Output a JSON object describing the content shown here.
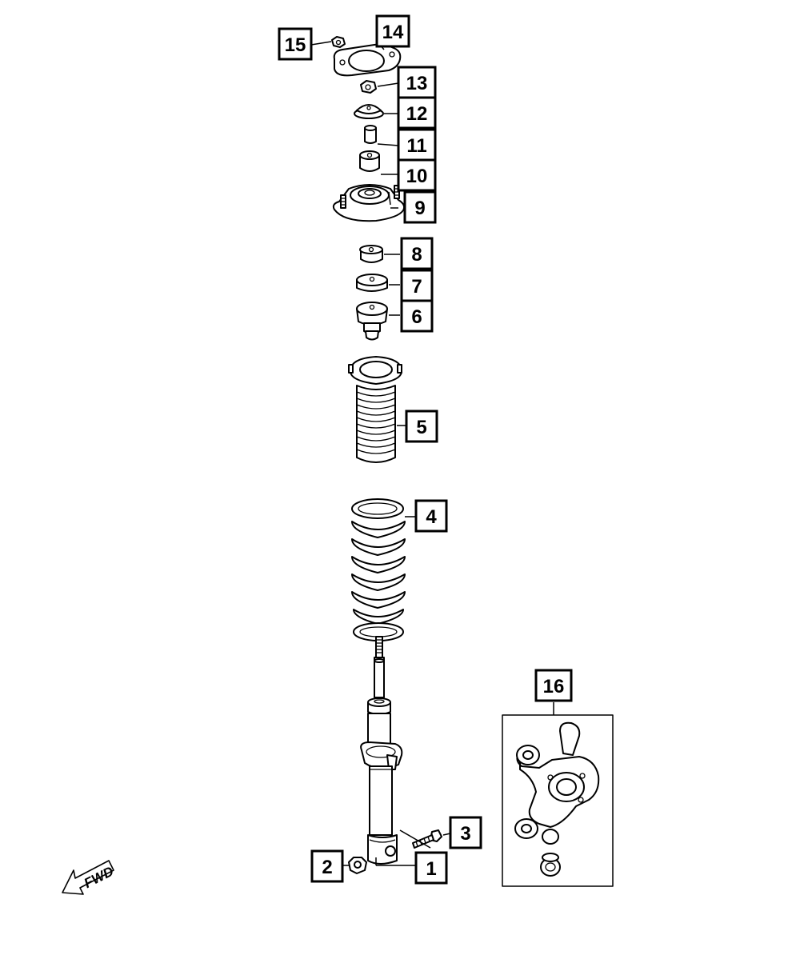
{
  "callouts": [
    {
      "id": "1",
      "label": "1"
    },
    {
      "id": "2",
      "label": "2"
    },
    {
      "id": "3",
      "label": "3"
    },
    {
      "id": "4",
      "label": "4"
    },
    {
      "id": "5",
      "label": "5"
    },
    {
      "id": "6",
      "label": "6"
    },
    {
      "id": "7",
      "label": "7"
    },
    {
      "id": "8",
      "label": "8"
    },
    {
      "id": "9",
      "label": "9"
    },
    {
      "id": "10",
      "label": "10"
    },
    {
      "id": "11",
      "label": "11"
    },
    {
      "id": "12",
      "label": "12"
    },
    {
      "id": "13",
      "label": "13"
    },
    {
      "id": "14",
      "label": "14"
    },
    {
      "id": "15",
      "label": "15"
    },
    {
      "id": "16",
      "label": "16"
    }
  ],
  "fwd_marker": {
    "label": "FWD"
  },
  "colors": {
    "line": "#000000",
    "background": "#ffffff"
  }
}
